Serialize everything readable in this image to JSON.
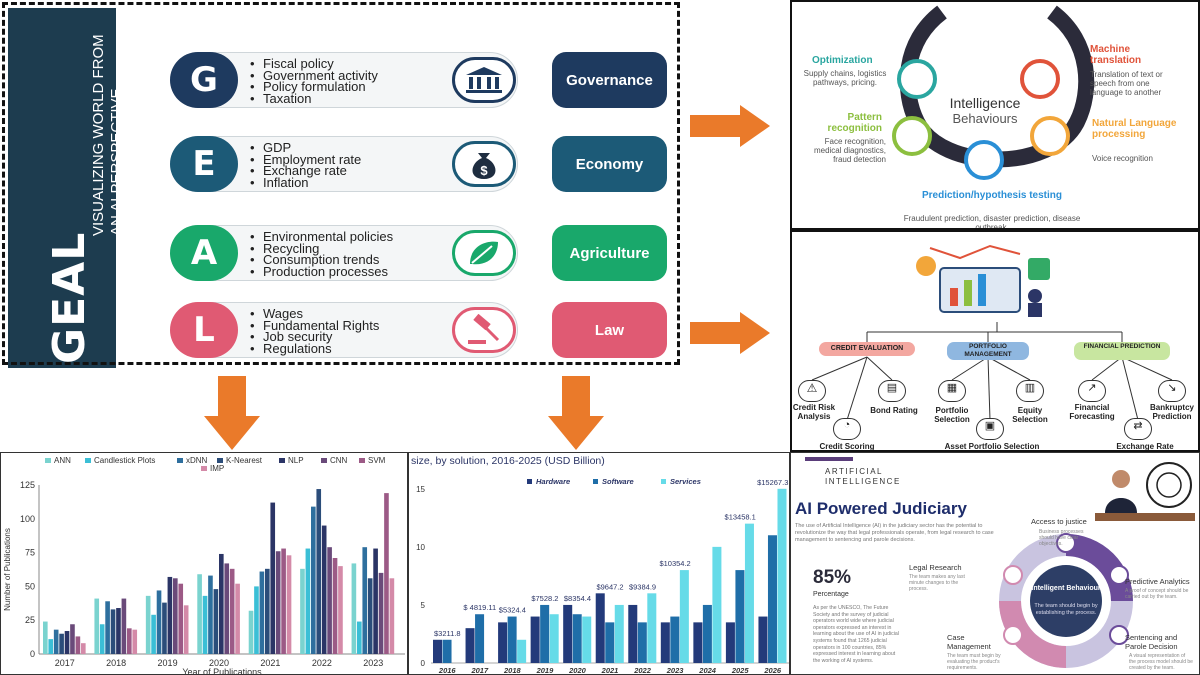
{
  "geal": {
    "sidebar_big": "GEAL",
    "sidebar_line1": "VISUALIZING WORLD FROM",
    "sidebar_line2": "AN AI PERSPECTIVE",
    "rows": [
      {
        "letter": "G",
        "items": [
          "Fiscal policy",
          "Government activity",
          "Policy formulation",
          "Taxation"
        ],
        "category": "Governance",
        "icon": "bank-icon",
        "color": "#1e3a5f"
      },
      {
        "letter": "E",
        "items": [
          "GDP",
          "Employment rate",
          "Exchange rate",
          "Inflation"
        ],
        "category": "Economy",
        "icon": "money-bag-icon",
        "color": "#1c5a77"
      },
      {
        "letter": "A",
        "items": [
          "Environmental policies",
          "Recycling",
          "Consumption trends",
          "Production processes"
        ],
        "category": "Agriculture",
        "icon": "leaf-icon",
        "color": "#19a86b"
      },
      {
        "letter": "L",
        "items": [
          "Wages",
          "Fundamental Rights",
          "Job security",
          "Regulations"
        ],
        "category": "Law",
        "icon": "gavel-icon",
        "color": "#e05a73"
      }
    ]
  },
  "intelligence": {
    "center_title": "Intelligence",
    "center_sub": "Behaviours",
    "nodes": [
      {
        "title": "Optimization",
        "desc": "Supply chains, logistics pathways, pricing.",
        "color": "#2aa6a0"
      },
      {
        "title": "Machine translation",
        "desc": "Translation of text or speech from one language to another",
        "color": "#e0533a"
      },
      {
        "title": "Pattern recognition",
        "desc": "Face recognition, medical diagnostics, fraud detection",
        "color": "#8cbf3f"
      },
      {
        "title": "Natural Language processing",
        "desc": "Voice recognition",
        "color": "#f2a63a"
      },
      {
        "title": "Prediction/hypothesis testing",
        "desc": "Fraudulent prediction, disaster prediction, disease outbreak.",
        "color": "#2a8fd6"
      }
    ]
  },
  "finance": {
    "groups": [
      {
        "title": "CREDIT EVALUATION",
        "color": "#f3a7a0",
        "children": [
          "Credit Risk Analysis",
          "Bond Rating",
          "Credit Scoring"
        ]
      },
      {
        "title": "PORTFOLIO MANAGEMENT",
        "color": "#8fb7e0",
        "children": [
          "Portfolio Selection",
          "Equity Selection",
          "Asset Portfolio Selection"
        ]
      },
      {
        "title": "FINANCIAL PREDICTION",
        "color": "#c8e6a0",
        "children": [
          "Financial Forecasting",
          "Bankruptcy Prediction",
          "Exchange Rate Prediction"
        ]
      }
    ]
  },
  "judiciary": {
    "kicker1": "ARTIFICIAL",
    "kicker2": "INTELLIGENCE",
    "title": "AI Powered Judiciary",
    "intro": "The use of Artificial Intelligence (AI) in the judiciary sector has the potential to revolutionize the way that legal professionals operate, from legal research to case management to sentencing and parole decisions.",
    "percent": "85%",
    "percent_label": "Percentage",
    "percent_desc": "As per the UNESCO, The Future Society and the survey of judicial operators world wide where judicial operators expressed an interest in learning about the use of AI in judicial systems found that 1265 judicial operators in 100 countries, 85% expressed interest in learning about the working of AI systems.",
    "center_title": "Intelligent Behaviour",
    "center_desc": "The team should begin by establishing the process.",
    "items": [
      {
        "title": "Access to justice",
        "desc": "Business processes should have clear objectives."
      },
      {
        "title": "Legal Research",
        "desc": "The team makes any last minute changes to the process."
      },
      {
        "title": "Predictive Analytics",
        "desc": "A proof of concept should be carried out by the team."
      },
      {
        "title": "Case Management",
        "desc": "The team must begin by evaluating the product's requirements."
      },
      {
        "title": "Sentencing and Parole Decision",
        "desc": "A visual representation of the process model should be created by the team."
      }
    ]
  },
  "pub_chart": {
    "chart_data": {
      "type": "bar",
      "categories": [
        "2017",
        "2018",
        "2019",
        "2020",
        "2021",
        "2022",
        "2023"
      ],
      "series": [
        {
          "name": "ANN",
          "color": "#7ad3cf",
          "values": [
            24,
            41,
            43,
            59,
            32,
            63,
            67
          ]
        },
        {
          "name": "Candlestick Plots",
          "color": "#3bbfd6",
          "values": [
            11,
            22,
            29,
            43,
            50,
            78,
            24
          ]
        },
        {
          "name": "xDNN",
          "color": "#2e6f9e",
          "values": [
            18,
            39,
            47,
            58,
            61,
            109,
            79
          ]
        },
        {
          "name": "K-Nearest",
          "color": "#2b4d7a",
          "values": [
            15,
            33,
            38,
            48,
            63,
            122,
            56
          ]
        },
        {
          "name": "NLP",
          "color": "#2b3566",
          "values": [
            17,
            34,
            57,
            74,
            112,
            95,
            78
          ]
        },
        {
          "name": "CNN",
          "color": "#6a4a7a",
          "values": [
            22,
            41,
            56,
            67,
            76,
            79,
            60
          ]
        },
        {
          "name": "SVM",
          "color": "#9c5a86",
          "values": [
            13,
            19,
            52,
            63,
            78,
            71,
            119
          ]
        },
        {
          "name": "IMP",
          "color": "#d48aa8",
          "values": [
            8,
            18,
            36,
            52,
            73,
            65,
            56
          ]
        }
      ],
      "xlabel": "Year of Publications",
      "ylabel": "Number of Publications",
      "ylim": [
        0,
        125
      ],
      "yticks": [
        0,
        25,
        50,
        75,
        100,
        125
      ]
    }
  },
  "mkt_chart": {
    "chart_data": {
      "type": "bar",
      "title": "size, by solution, 2016-2025 (USD Billion)",
      "categories": [
        "2016",
        "2017",
        "2018",
        "2019",
        "2020",
        "2021",
        "2022",
        "2023",
        "2024",
        "2025",
        "2026"
      ],
      "series": [
        {
          "name": "Hardware",
          "color": "#233a7a",
          "values": [
            2,
            3,
            3.5,
            4,
            5,
            6,
            5,
            3.5,
            3.5,
            3.5,
            4
          ]
        },
        {
          "name": "Software",
          "color": "#1f6ea8",
          "values": [
            2,
            4.2,
            4,
            5,
            4.2,
            3.5,
            3.5,
            4,
            5,
            8,
            11
          ]
        },
        {
          "name": "Services",
          "color": "#66dbe8",
          "values": [
            0,
            0,
            2,
            4.2,
            4,
            5,
            6,
            8,
            10,
            12,
            15
          ]
        }
      ],
      "totals": [
        "$3211.8",
        "$ 4819.11",
        "$5324.4",
        "$7528.2",
        "$8354.4",
        "$9647.2",
        "$9384.9",
        "$10354.2",
        "",
        "$13458.1",
        "$15267.3"
      ],
      "ylim": [
        0,
        15.5
      ],
      "yticks": [
        0,
        5,
        10,
        15
      ]
    }
  }
}
